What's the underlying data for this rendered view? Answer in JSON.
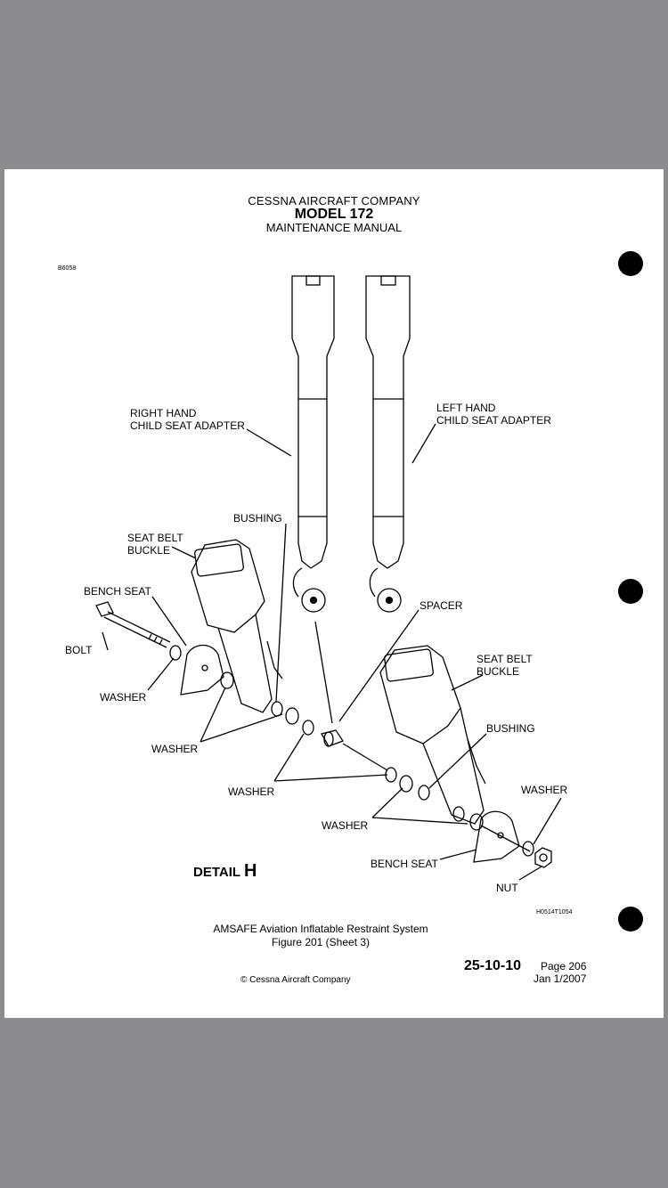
{
  "header": {
    "company": "CESSNA AIRCRAFT COMPANY",
    "model": "MODEL 172",
    "manual": "MAINTENANCE MANUAL"
  },
  "sheet_code": "B6058",
  "drawing_code": "H0514T1054",
  "labels": {
    "right_adapter_1": "RIGHT HAND",
    "right_adapter_2": "CHILD SEAT ADAPTER",
    "left_adapter_1": "LEFT HAND",
    "left_adapter_2": "CHILD SEAT ADAPTER",
    "bushing_top": "BUSHING",
    "buckle_left_1": "SEAT BELT",
    "buckle_left_2": "BUCKLE",
    "bench_seat_left": "BENCH SEAT",
    "spacer": "SPACER",
    "bolt": "BOLT",
    "washer_a": "WASHER",
    "buckle_right_1": "SEAT BELT",
    "buckle_right_2": "BUCKLE",
    "bushing_right": "BUSHING",
    "washer_b": "WASHER",
    "washer_c": "WASHER",
    "washer_d": "WASHER",
    "washer_e": "WASHER",
    "bench_seat_right": "BENCH SEAT",
    "nut": "NUT"
  },
  "detail": {
    "prefix": "DETAIL",
    "letter": "H"
  },
  "caption": {
    "line1": "AMSAFE Aviation Inflatable Restraint System",
    "line2": "Figure 201 (Sheet 3)"
  },
  "footer": {
    "section": "25-10-10",
    "page": "Page 206",
    "date": "Jan 1/2007",
    "copyright": "© Cessna Aircraft Company"
  }
}
